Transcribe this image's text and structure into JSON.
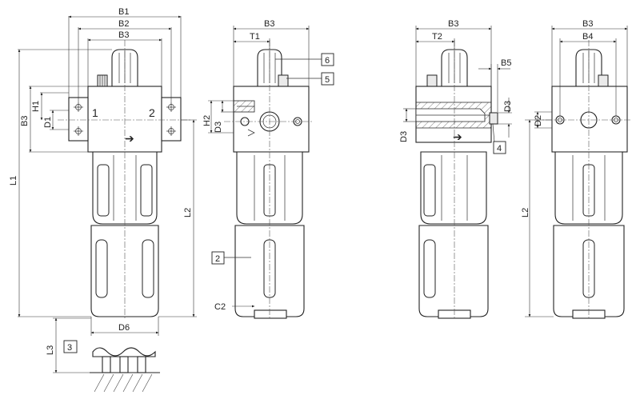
{
  "labels": {
    "B1": "B1",
    "B2": "B2",
    "B3": "B3",
    "B4": "B4",
    "B5": "B5",
    "T1": "T1",
    "T2": "T2",
    "H1": "H1",
    "H2": "H2",
    "D1": "D1",
    "D2": "D2",
    "D3": "D3",
    "D6": "D6",
    "L1": "L1",
    "L2": "L2",
    "L3": "L3",
    "C2": "C2",
    "port1": "1",
    "port2": "2",
    "arrow": "➔",
    "callout2": "2",
    "callout3": "3",
    "callout4": "4",
    "callout5": "5",
    "callout6": "6"
  }
}
